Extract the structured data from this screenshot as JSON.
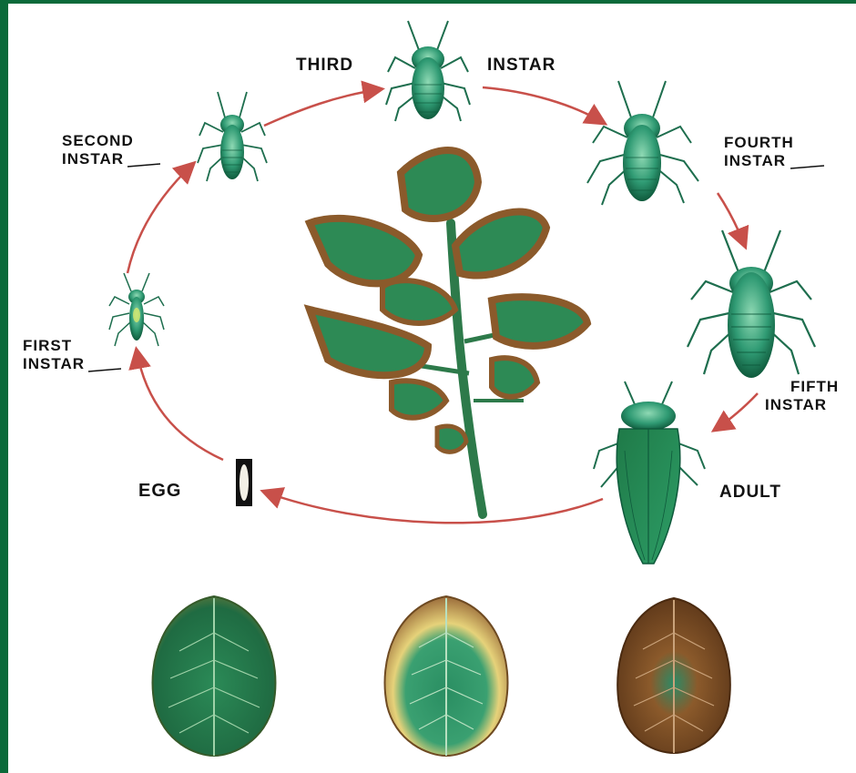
{
  "labels": {
    "third": "THIRD",
    "instar_top": "INSTAR",
    "second_1": "SECOND",
    "second_2": "INSTAR",
    "fourth_1": "FOURTH",
    "fourth_2": "INSTAR",
    "first_1": "FIRST",
    "first_2": "INSTAR",
    "fifth_1": "FIFTH",
    "fifth_2": "INSTAR",
    "egg": "EGG",
    "adult": "ADULT"
  },
  "colors": {
    "arrow": "#c8504a",
    "insect": "#2f9a73",
    "insect_dark": "#0f5a3c",
    "leaf_green": "#2d8a55",
    "leaf_brown": "#8b5a2b",
    "leaf_yellow": "#e6d27a",
    "border": "#0b6a3a"
  }
}
